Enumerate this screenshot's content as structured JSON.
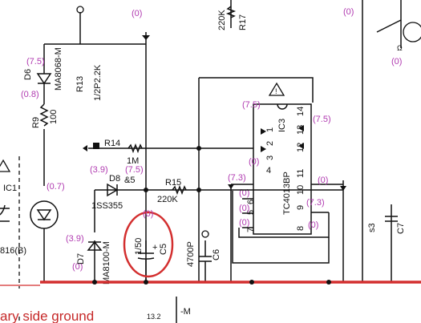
{
  "colors": {
    "wire": "#111111",
    "voltage": "#b03ab0",
    "ground_line": "#d32f2f",
    "highlight_circle": "#d32f2f"
  },
  "components": {
    "d6": {
      "ref": "D6",
      "part": "MA8068-M"
    },
    "r9": {
      "ref": "R9",
      "value": "100"
    },
    "r13": {
      "ref": "R13",
      "value": "1/2P2.2K"
    },
    "r17": {
      "ref": "R17",
      "value": "220K"
    },
    "r14": {
      "ref": "R14",
      "value": "1M"
    },
    "d8": {
      "ref": "D8",
      "part": "1SS355",
      "extra": "&5"
    },
    "r15": {
      "ref": "R15",
      "value": "220K"
    },
    "ic1": {
      "ref": "IC1"
    },
    "ic1_part": "816(B)",
    "d7": {
      "ref": "D7",
      "part": "MA8100-M"
    },
    "c5": {
      "ref": "C5",
      "value": "1/50"
    },
    "c6": {
      "ref": "C6",
      "value": "4700P"
    },
    "ic3": {
      "ref": "IC3",
      "part": "TC4013BP"
    },
    "s3": "s3",
    "c7": {
      "ref": "C7"
    },
    "r_top": "Ω"
  },
  "ic3_pins_left": [
    "1",
    "2",
    "3",
    "4",
    "5",
    "6",
    "7"
  ],
  "ic3_pins_right": [
    "14",
    "13",
    "12",
    "11",
    "10",
    "9",
    "8"
  ],
  "voltages": {
    "top_center": "(0)",
    "top_right": "(0)",
    "d6_anode": "(7.5)",
    "d6_cathode": "(0.8)",
    "ic3_top": "(7.5)",
    "ic3_pin14": "(7.5)",
    "d8_left": "(3.9)",
    "d8_right": "(7.5)",
    "ic1": "(0.7)",
    "pin4": "(7.3)",
    "pin5": "(0)",
    "pin6": "(0)",
    "pin7": "(0)",
    "pin10": "(0)",
    "pin9": "(7.3)",
    "pin8": "(0)",
    "d7_top": "(3.9)",
    "d7_bottom": "(0)",
    "c5_top": "(0)",
    "r_right": "(0)"
  },
  "annotation": {
    "ground_text": "ary side ground",
    "ground_value": "13.2",
    "bottom_label": "-M"
  }
}
